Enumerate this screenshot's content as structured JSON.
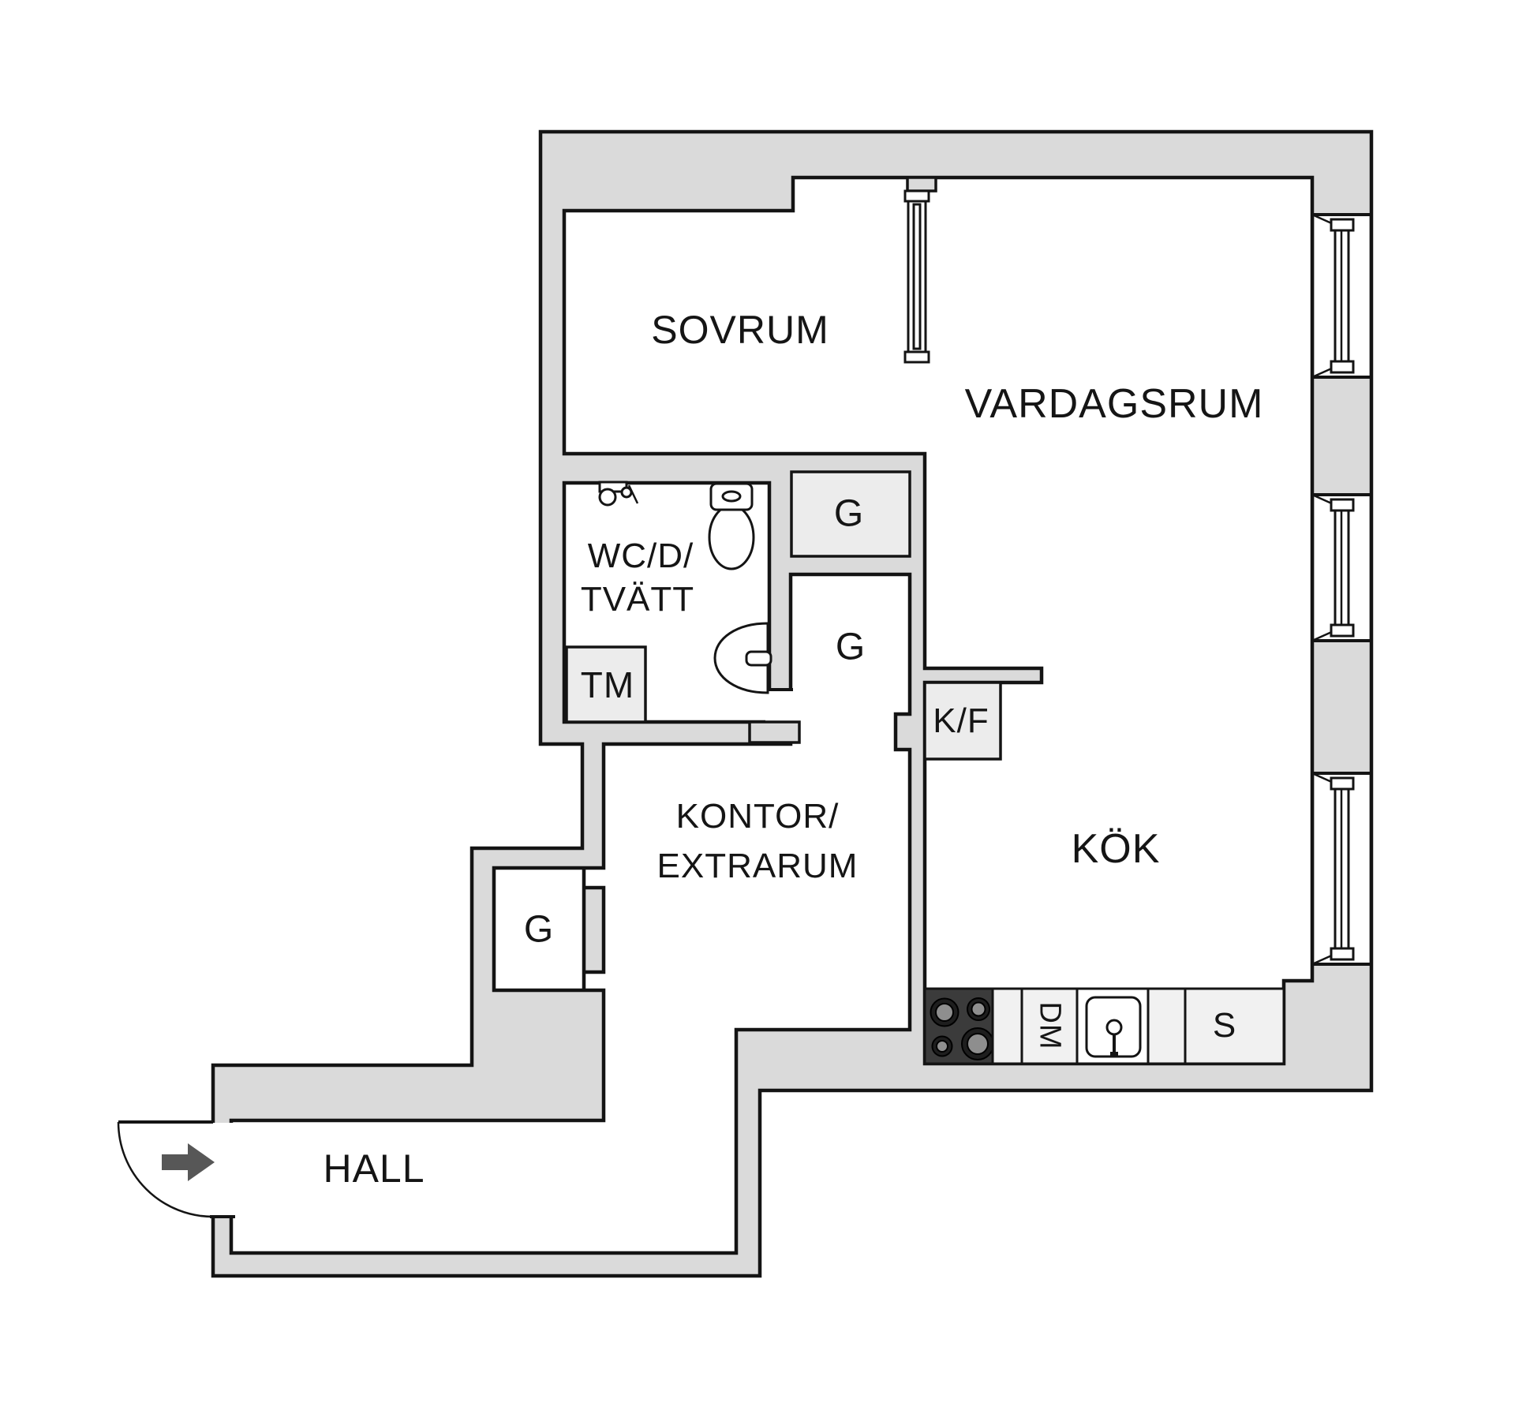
{
  "plan": {
    "type": "apartment-floor-plan",
    "rooms": {
      "sovrum": "SOVRUM",
      "vardagsrum": "VARDAGSRUM",
      "wc_line1": "WC/D/",
      "wc_line2": "TVÄTT",
      "kontor_line1": "KONTOR/",
      "kontor_line2": "EXTRARUM",
      "kok": "KÖK",
      "hall": "HALL"
    },
    "fixtures": {
      "g": "G",
      "tm": "TM",
      "kf": "K/F",
      "dm": "DM",
      "s": "S"
    },
    "icons": [
      "entry-arrow-icon",
      "door-swing-icon",
      "window-icon",
      "sliding-door-icon",
      "toilet-icon",
      "washbasin-icon",
      "shower-mixer-icon",
      "stove-hob-icon",
      "kitchen-sink-icon"
    ],
    "colors": {
      "wall_fill": "#dadada",
      "outline": "#141414",
      "closet_fill": "#ececec",
      "counter_fill": "#f1f1f1",
      "stove_fill": "#3b3b3b",
      "burner_inner": "#8e8e8e",
      "arrow": "#575757"
    }
  }
}
